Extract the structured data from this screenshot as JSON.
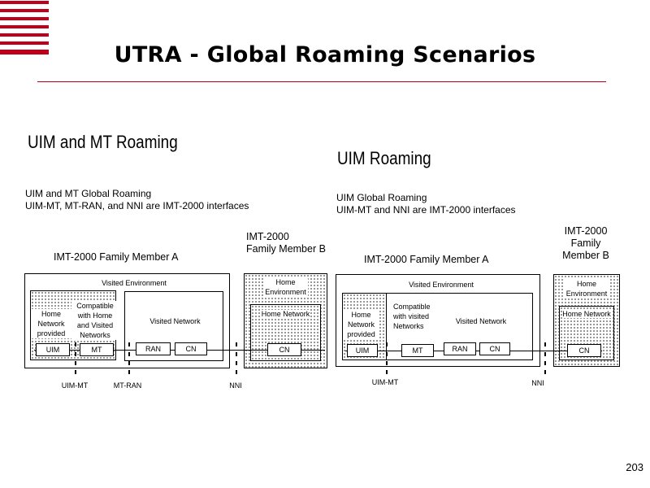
{
  "slide": {
    "title": "UTRA - Global Roaming Scenarios",
    "page_number": "203",
    "accent_color": "#c0001a"
  },
  "left": {
    "heading": "UIM and MT Roaming",
    "desc_line1": "UIM and MT Global Roaming",
    "desc_line2": "UIM-MT, MT-RAN, and NNI are IMT-2000 interfaces",
    "family_a": "IMT-2000 Family Member A",
    "family_b_line1": "IMT-2000",
    "family_b_line2": "Family Member B",
    "visited_env": "Visited Environment",
    "home_env_line1": "Home",
    "home_env_line2": "Environment",
    "home_network_provided": [
      "Home",
      "Network",
      "provided"
    ],
    "compatible": [
      "Compatible",
      "with Home",
      "and Visited",
      "Networks"
    ],
    "visited_network": "Visited Network",
    "home_network": "Home Network",
    "uim": "UIM",
    "mt": "MT",
    "ran": "RAN",
    "cn_visited": "CN",
    "cn_home": "CN",
    "if_uim_mt": "UIM-MT",
    "if_mt_ran": "MT-RAN",
    "if_nni": "NNI"
  },
  "right": {
    "heading": "UIM Roaming",
    "desc_line1": "UIM Global Roaming",
    "desc_line2": "UIM-MT and NNI are IMT-2000 interfaces",
    "family_a": "IMT-2000 Family Member A",
    "family_b_line1": "IMT-2000",
    "family_b_line2": "Family",
    "family_b_line3": "Member B",
    "visited_env": "Visited Environment",
    "home_env_line1": "Home",
    "home_env_line2": "Environment",
    "home_network_provided": [
      "Home",
      "Network",
      "provided"
    ],
    "compatible": [
      "Compatible",
      "with visited",
      "Networks"
    ],
    "visited_network": "Visited Network",
    "home_network": "Home Network",
    "uim": "UIM",
    "mt": "MT",
    "ran": "RAN",
    "cn_visited": "CN",
    "cn_home": "CN",
    "if_uim_mt": "UIM-MT",
    "if_nni": "NNI"
  }
}
